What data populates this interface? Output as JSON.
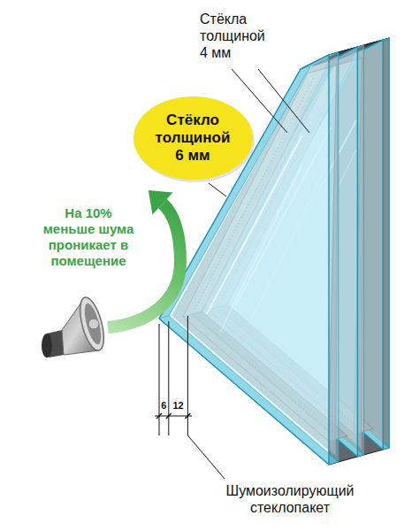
{
  "diagram": {
    "caption": "Шумоизолирующий стеклопакет",
    "nodes": [
      {
        "text": [
          "Стёкло толщиной 6 мм"
        ]
      }
    ],
    "labels": [
      "Стёкла толщиной 4 мм",
      "На 10% меньше шума проникает в помещение",
      "6",
      "12"
    ]
  }
}
